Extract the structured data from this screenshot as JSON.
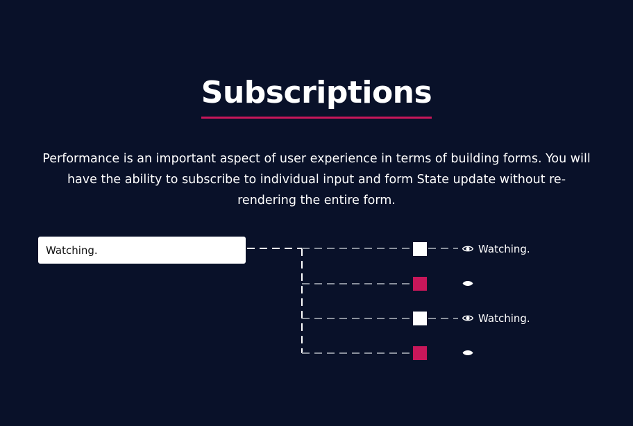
{
  "heading": {
    "title": "Subscriptions"
  },
  "intro": {
    "text": "Performance is an important aspect of user experience in terms of building forms. You will have the ability to subscribe to individual input and form State update without re-rendering the entire form."
  },
  "demo": {
    "input_value": "Watching.",
    "rows": [
      {
        "state": "subscribed",
        "node_color": "#ffffff",
        "icon": "eye-icon",
        "label": "Watching."
      },
      {
        "state": "idle",
        "node_color": "#c8175a",
        "icon": "eye-closed-icon",
        "label": ""
      },
      {
        "state": "subscribed",
        "node_color": "#ffffff",
        "icon": "eye-icon",
        "label": "Watching."
      },
      {
        "state": "idle",
        "node_color": "#c8175a",
        "icon": "eye-closed-icon",
        "label": ""
      }
    ]
  },
  "colors": {
    "background": "#091129",
    "accent": "#c8175a",
    "connector": "#8a909c"
  }
}
